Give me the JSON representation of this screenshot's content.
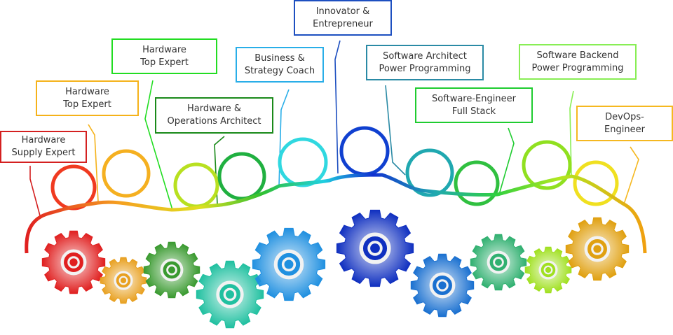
{
  "roles": [
    {
      "line1": "Hardware",
      "line2": "Supply Expert",
      "color": "#d42020"
    },
    {
      "line1": "Hardware",
      "line2": "Top Expert",
      "color": "#f5b21a"
    },
    {
      "line1": "Hardware",
      "line2": "Top Expert",
      "color": "#22dd22"
    },
    {
      "line1": "Hardware &",
      "line2": "Operations Architect",
      "color": "#1a8a1a"
    },
    {
      "line1": "Business &",
      "line2": "Strategy Coach",
      "color": "#29aee8"
    },
    {
      "line1": "Innovator &",
      "line2": "Entrepreneur",
      "color": "#1d4fc0"
    },
    {
      "line1": "Software Architect",
      "line2": "Power Programming",
      "color": "#2a8aa5"
    },
    {
      "line1": "Software-Engineer",
      "line2": "Full Stack",
      "color": "#1fcc30"
    },
    {
      "line1": "Software Backend",
      "line2": "Power Programming",
      "color": "#88ee55"
    },
    {
      "line1": "DevOps-",
      "line2": "Engineer",
      "color": "#f5b820"
    }
  ],
  "gear_colors": [
    "#e02020",
    "#e8a020",
    "#3a9a30",
    "#20c0a0",
    "#2090e0",
    "#1030c0",
    "#1a70d0",
    "#30b070",
    "#a0e020",
    "#e0a010"
  ],
  "head_colors": [
    "#f03a20",
    "#f5b020",
    "#b8e020",
    "#20b040",
    "#30d8e0",
    "#1040d0",
    "#20a8b0",
    "#30c040",
    "#90e020",
    "#f0e020"
  ]
}
